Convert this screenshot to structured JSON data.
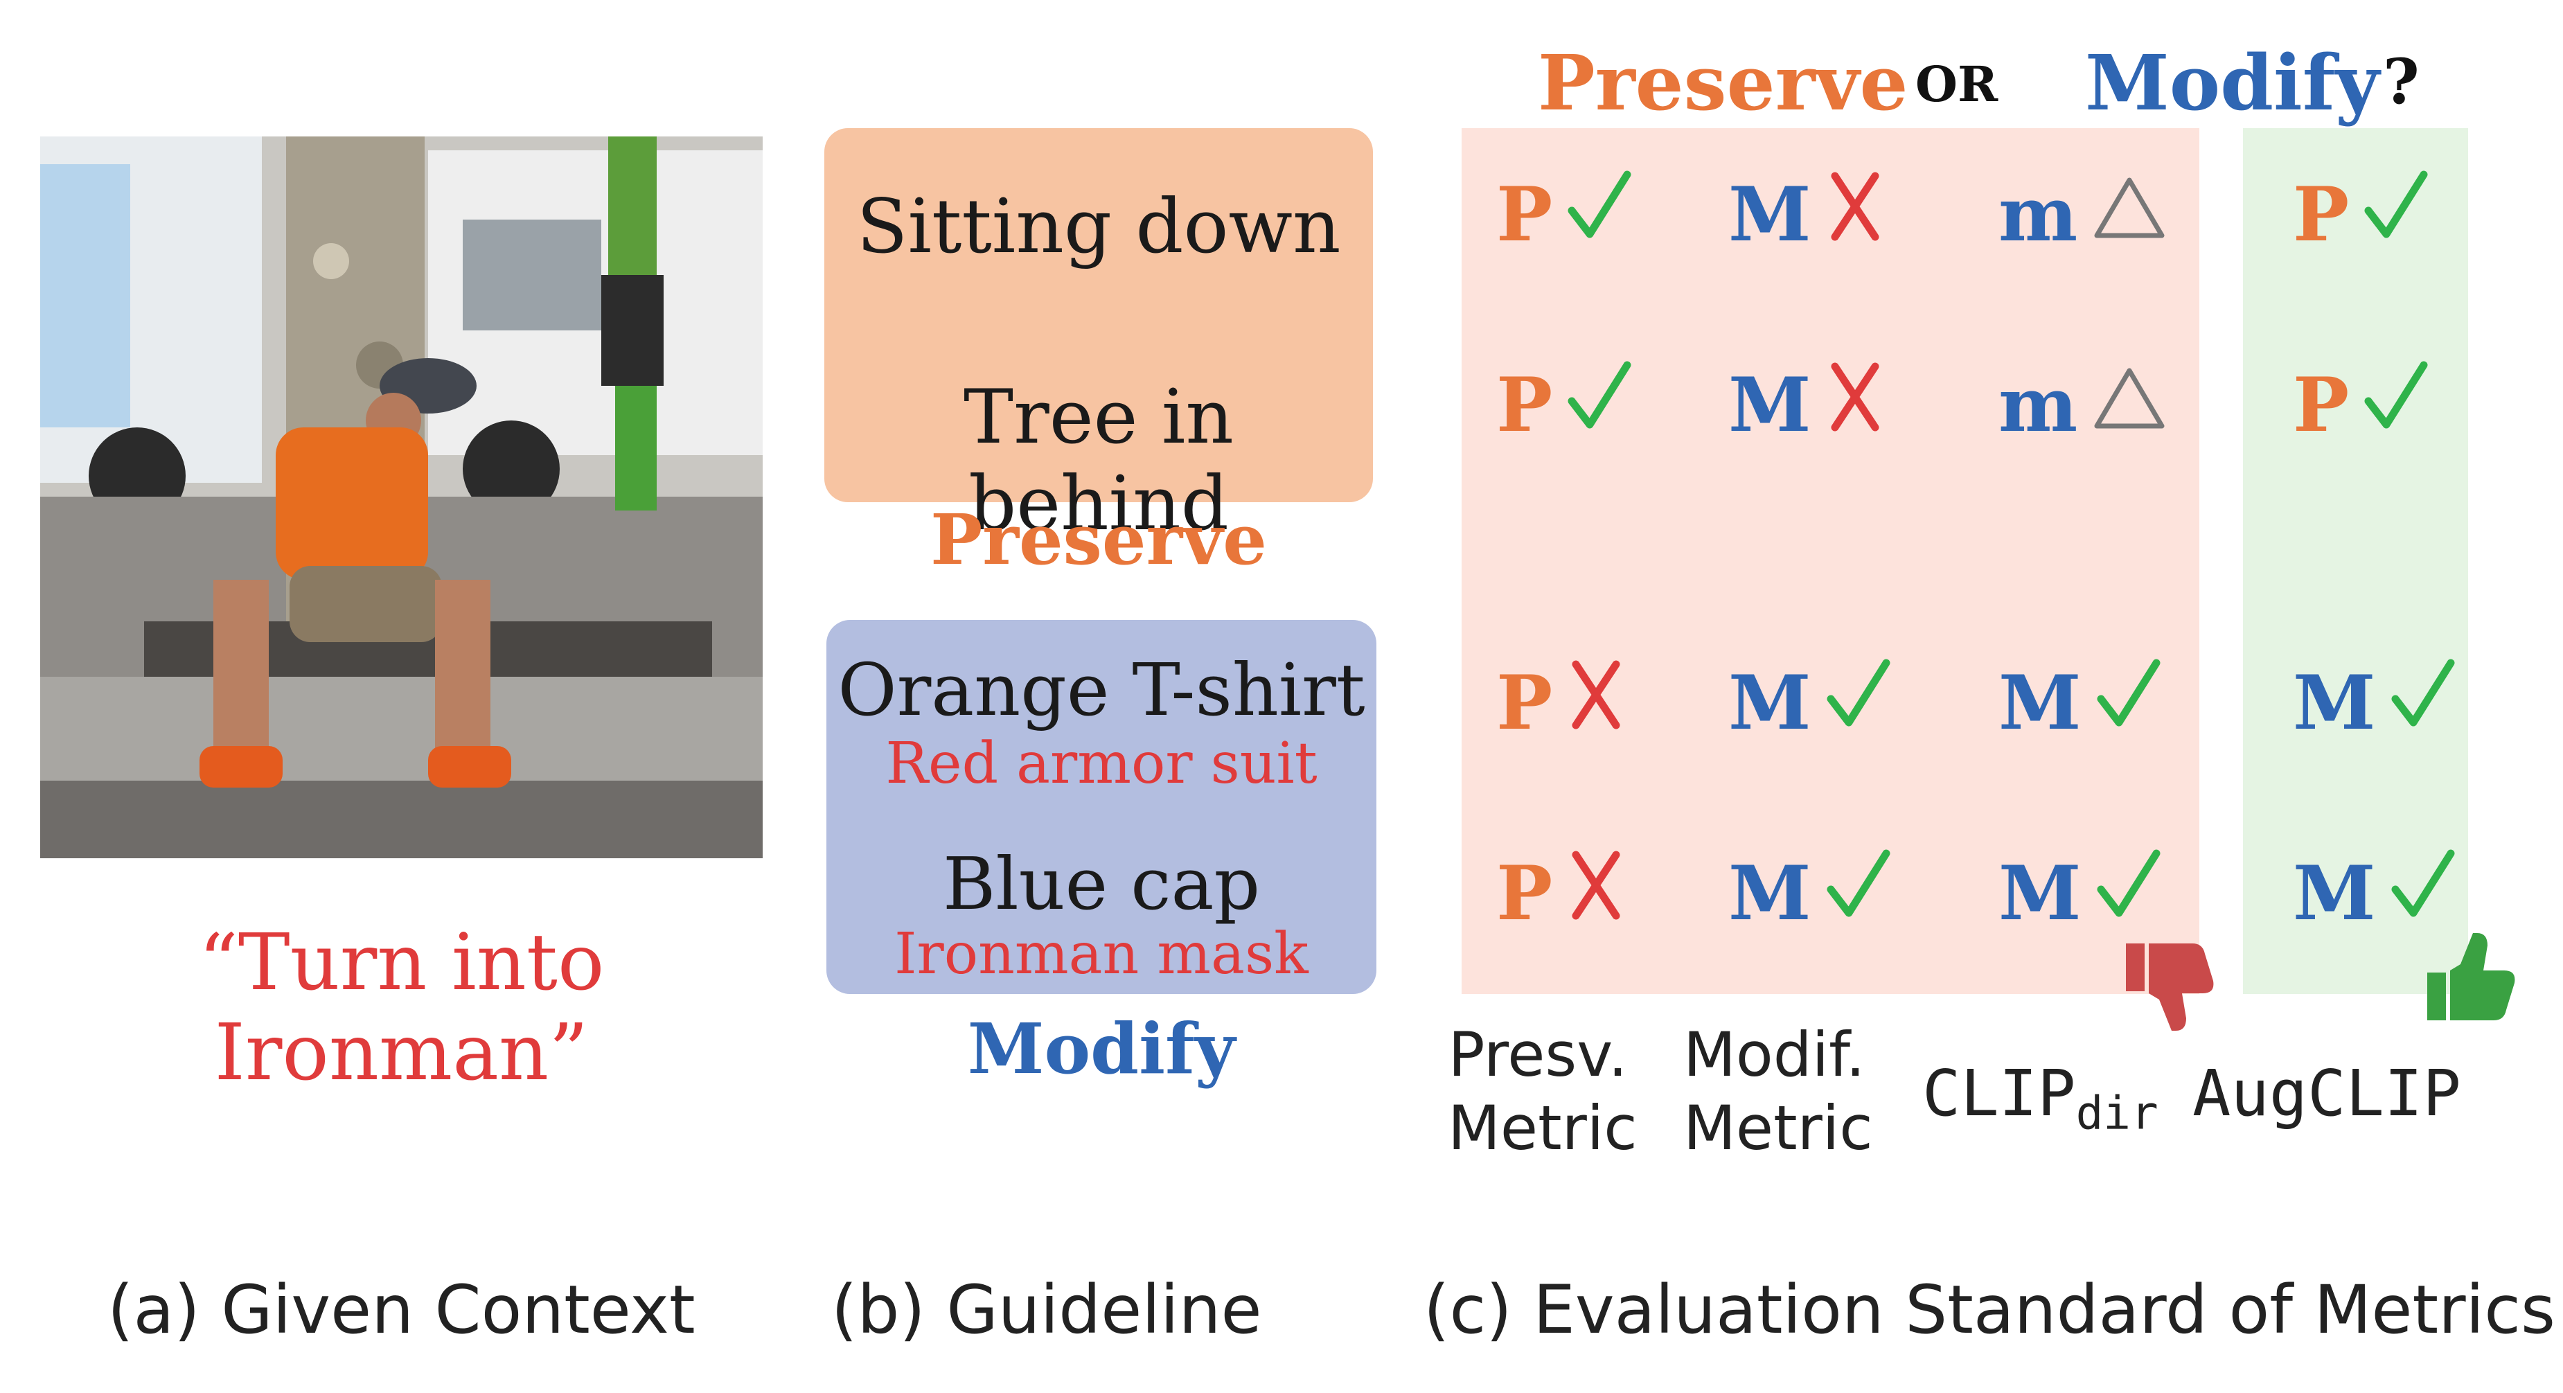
{
  "context": {
    "instruction": "“Turn into Ironman”",
    "caption": "(a) Given Context"
  },
  "guideline": {
    "preserve_items": [
      "Sitting down",
      "Tree in behind"
    ],
    "preserve_title": "Preserve",
    "modify_items": [
      {
        "text": "Orange T-shirt",
        "target": "Red armor suit"
      },
      {
        "text": "Blue cap",
        "target": "Ironman mask"
      }
    ],
    "modify_title": "Modify",
    "caption": "(b) Guideline"
  },
  "evaluation": {
    "header_preserve": "Preserve",
    "header_or": "OR",
    "header_modify": "Modify",
    "header_q": "?",
    "rows": [
      [
        {
          "l": "P",
          "m": "check"
        },
        {
          "l": "M",
          "m": "cross"
        },
        {
          "l": "m",
          "m": "triangle"
        },
        {
          "l": "P",
          "m": "check"
        }
      ],
      [
        {
          "l": "P",
          "m": "check"
        },
        {
          "l": "M",
          "m": "cross"
        },
        {
          "l": "m",
          "m": "triangle"
        },
        {
          "l": "P",
          "m": "check"
        }
      ],
      [
        {
          "l": "P",
          "m": "cross"
        },
        {
          "l": "M",
          "m": "check"
        },
        {
          "l": "M",
          "m": "check"
        },
        {
          "l": "M",
          "m": "check"
        }
      ],
      [
        {
          "l": "P",
          "m": "cross"
        },
        {
          "l": "M",
          "m": "check"
        },
        {
          "l": "M",
          "m": "check"
        },
        {
          "l": "M",
          "m": "check"
        }
      ]
    ],
    "metric_presv": [
      "Presv.",
      "Metric"
    ],
    "metric_modif": [
      "Modif.",
      "Metric"
    ],
    "metric_clip": "CLIP",
    "metric_clip_sub": "dir",
    "metric_aug": "AugCLIP",
    "thumbs_down_icon": "thumbs-down-icon",
    "thumbs_up_icon": "thumbs-up-icon",
    "caption": "(c) Evaluation Standard of Metrics"
  },
  "colors": {
    "preserve": "#e8763a",
    "modify": "#2f66b3",
    "red": "#e03b3b",
    "green": "#2fb34a",
    "gray": "#777777"
  }
}
